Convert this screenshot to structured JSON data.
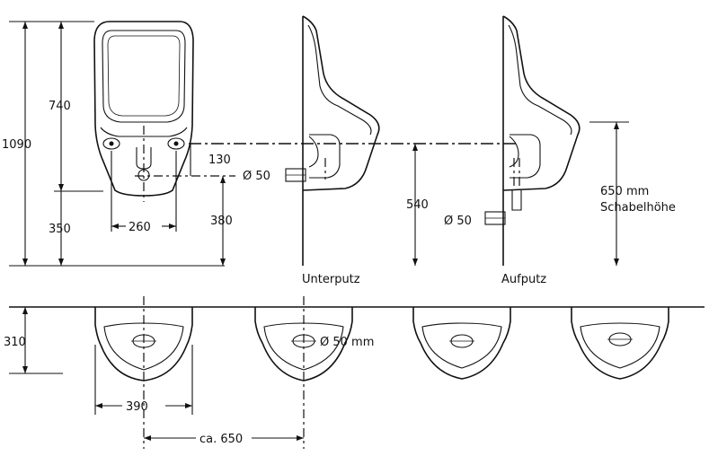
{
  "dims": {
    "h1090": "1090",
    "h740": "740",
    "h350": "350",
    "w260": "260",
    "h380": "380",
    "h130": "130",
    "d50a": "Ø 50",
    "h540": "540",
    "d50b": "Ø 50",
    "schabel1": "650 mm",
    "schabel2": "Schabelhöhe",
    "h310": "310",
    "d50mm": "Ø 50 mm",
    "w390": "390",
    "ca650": "ca. 650"
  },
  "views": {
    "unterputz": "Unterputz",
    "aufputz": "Aufputz"
  }
}
